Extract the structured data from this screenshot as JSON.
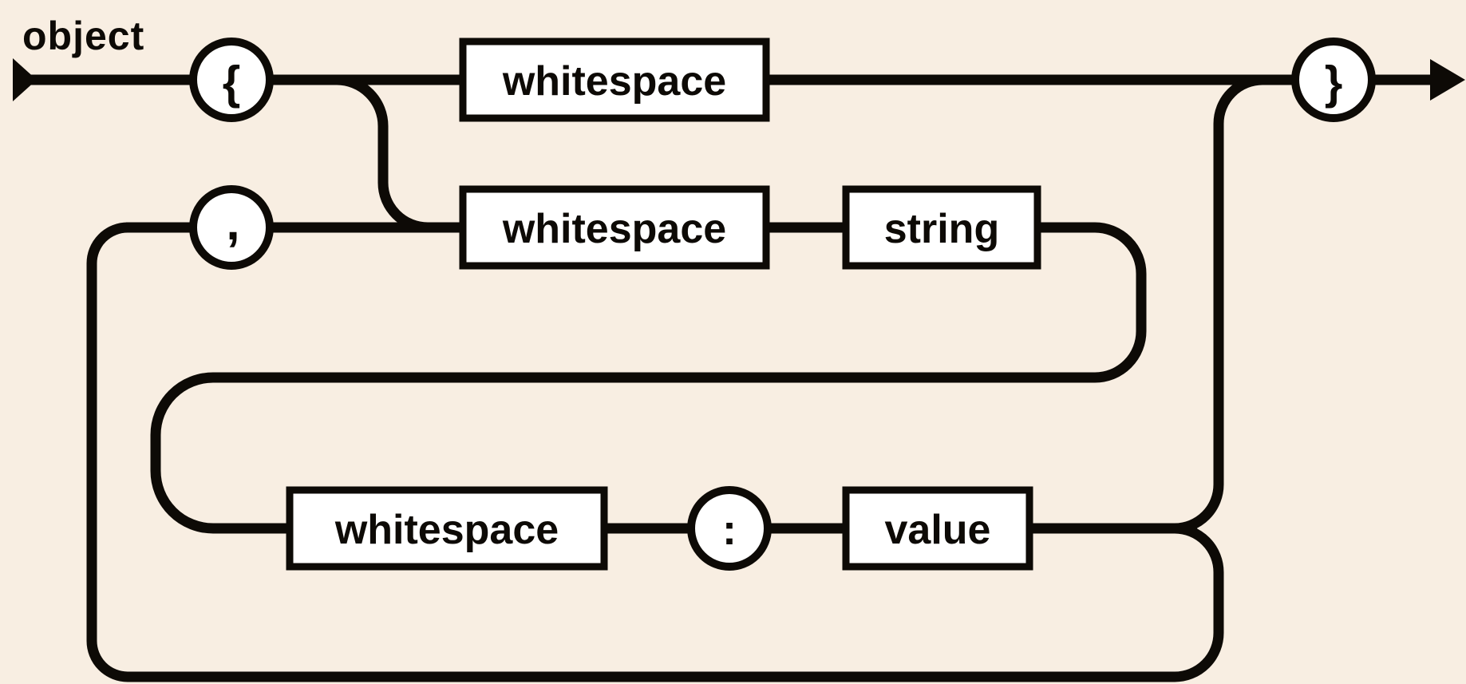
{
  "page": {
    "background_color": "#f8eee2",
    "ink_color": "#0d0a06",
    "node_fill_color": "#ffffff"
  },
  "diagram": {
    "title": "object",
    "type": "railroad-syntax-diagram",
    "nonterminals": {
      "whitespace_top": "whitespace",
      "whitespace_key": "whitespace",
      "string": "string",
      "whitespace_value": "whitespace",
      "value": "value"
    },
    "terminals": {
      "open_brace": "{",
      "comma": ",",
      "colon": ":",
      "close_brace": "}"
    }
  }
}
